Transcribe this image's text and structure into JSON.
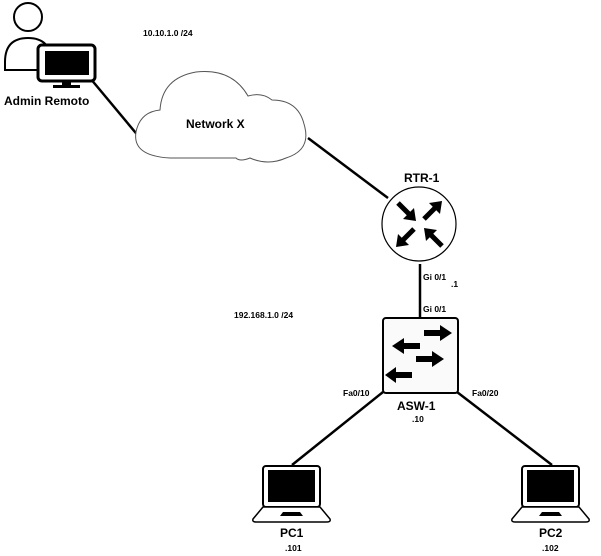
{
  "diagram": {
    "title": "Network topology",
    "networks": {
      "wan": {
        "label": "10.10.1.0 /24"
      },
      "lan": {
        "label": "192.168.1.0 /24"
      }
    },
    "nodes": {
      "admin": {
        "label": "Admin Remoto",
        "icon": "user-with-monitor-icon"
      },
      "cloud": {
        "label": "Network X",
        "icon": "cloud-icon"
      },
      "router": {
        "label": "RTR-1",
        "icon": "router-icon",
        "port_down": "Gi 0/1",
        "ip": ".1"
      },
      "switch": {
        "label": "ASW-1",
        "icon": "switch-icon",
        "ip": ".10",
        "port_up": "Gi 0/1",
        "port_left": "Fa0/10",
        "port_right": "Fa0/20"
      },
      "pc1": {
        "label": "PC1",
        "ip": ".101",
        "icon": "laptop-icon"
      },
      "pc2": {
        "label": "PC2",
        "ip": ".102",
        "icon": "laptop-icon"
      }
    },
    "links": [
      {
        "from": "admin",
        "to": "cloud"
      },
      {
        "from": "cloud",
        "to": "router"
      },
      {
        "from": "router",
        "to": "switch"
      },
      {
        "from": "switch",
        "to": "pc1"
      },
      {
        "from": "switch",
        "to": "pc2"
      }
    ]
  }
}
